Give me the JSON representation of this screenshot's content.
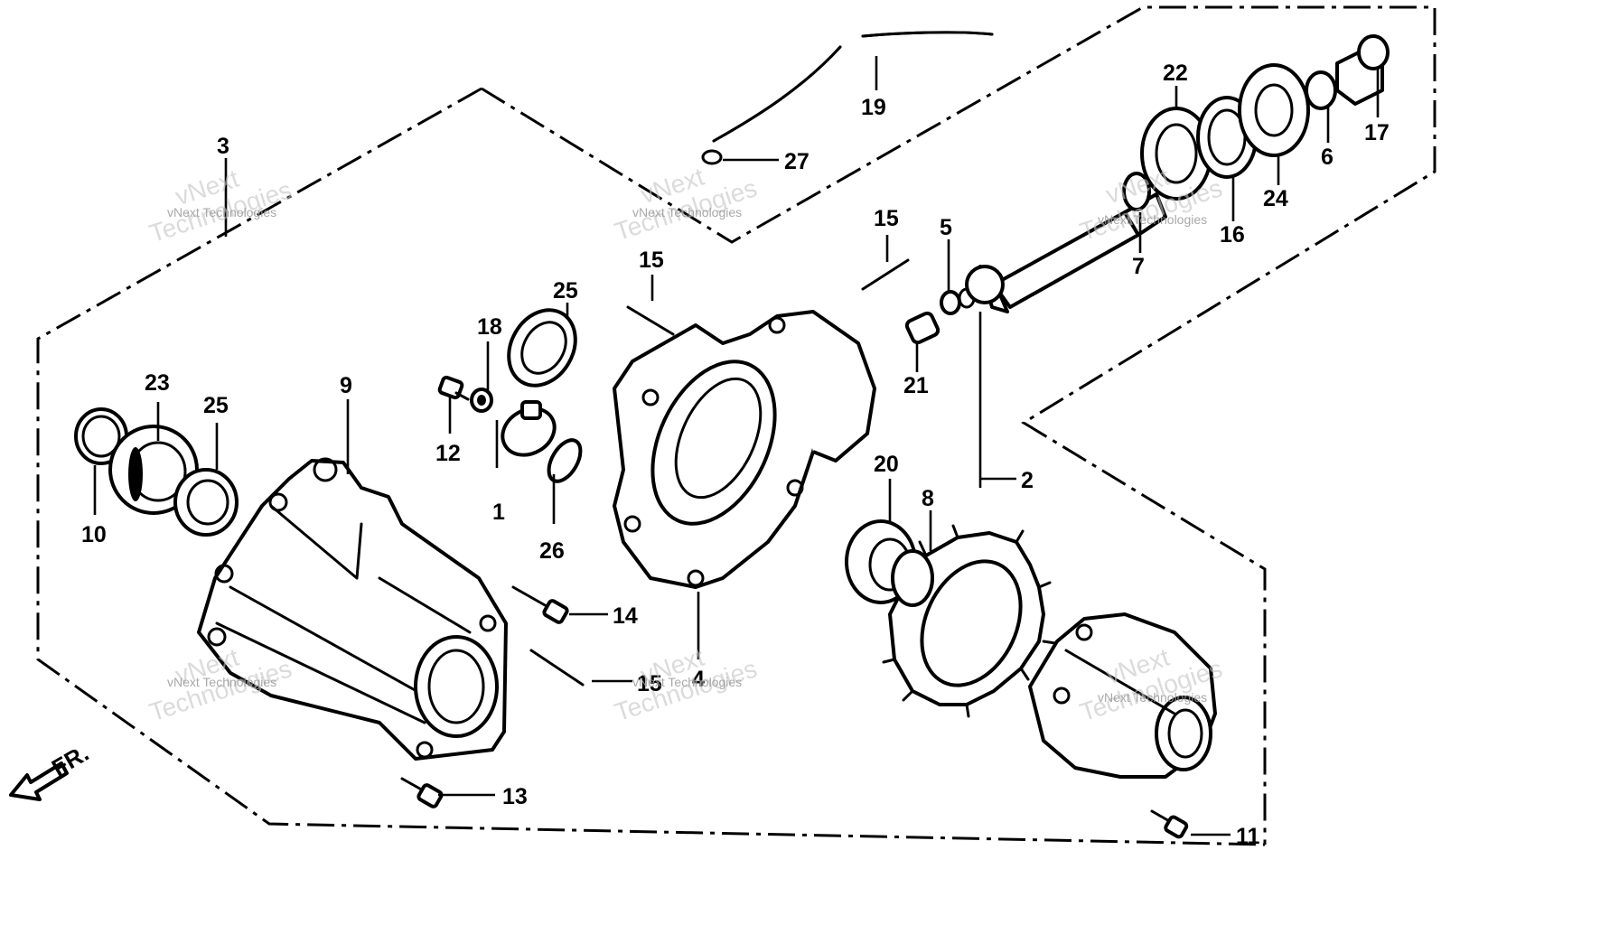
{
  "callouts": {
    "c1": "1",
    "c2": "2",
    "c3": "3",
    "c4": "4",
    "c5": "5",
    "c6": "6",
    "c7": "7",
    "c8": "8",
    "c9": "9",
    "c10": "10",
    "c11": "11",
    "c12": "12",
    "c13": "13",
    "c14": "14",
    "c15a": "15",
    "c15b": "15",
    "c15c": "15",
    "c16": "16",
    "c17": "17",
    "c18": "18",
    "c19": "19",
    "c20": "20",
    "c21": "21",
    "c22": "22",
    "c23": "23",
    "c24": "24",
    "c25a": "25",
    "c25b": "25",
    "c26": "26",
    "c27": "27"
  },
  "direction_label": "FR.",
  "watermark": {
    "small": "vNext Technologies",
    "line1": "vNext",
    "line2": "Technologies"
  },
  "colors": {
    "ink": "#000000",
    "paper": "#ffffff",
    "watermark": "#9a9a9a"
  }
}
